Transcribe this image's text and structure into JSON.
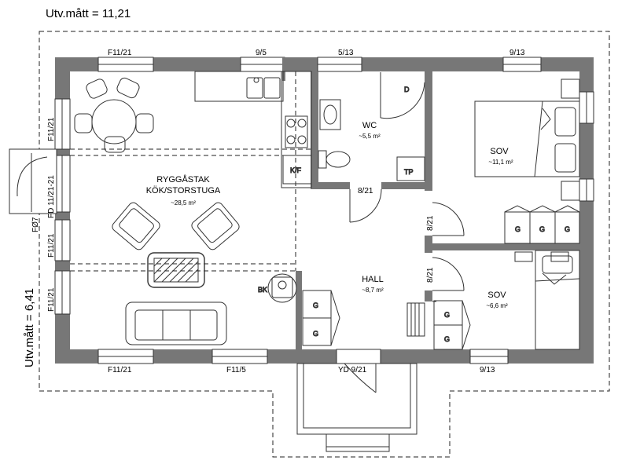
{
  "dimensions": {
    "width_label": "Utv.mått = 11,21",
    "height_label": "Utv.mått = 6,41"
  },
  "rooms": {
    "living": {
      "name_line1": "RYGGÅSTAK",
      "name_line2": "KÖK/STORSTUGA",
      "area": "~28,5 m²"
    },
    "wc": {
      "name": "WC",
      "area": "~5,5 m²"
    },
    "sov1": {
      "name": "SOV",
      "area": "~11,1 m²"
    },
    "hall": {
      "name": "HALL",
      "area": "~8,7 m²"
    },
    "sov2": {
      "name": "SOV",
      "area": "~6,6 m²"
    }
  },
  "windows": {
    "top1": "F11/21",
    "top2": "9/5",
    "top3": "5/13",
    "top4": "9/13",
    "left1": "F11/21",
    "left2": "FD 11/21-21",
    "left3": "F11/21",
    "left4": "F11/21",
    "bottom1": "F11/21",
    "bottom2": "F11/5",
    "bottom3": "YD 9/21",
    "bottom4": "9/13",
    "exterior_door": "FØ7"
  },
  "doors": {
    "wc_door": "8/21",
    "sov1_door": "8/21",
    "sov2_door": "8/21"
  },
  "furniture": {
    "wardrobe": "G",
    "fridge": "K/F",
    "dryer": "TP",
    "shower": "D",
    "stove": "BK"
  }
}
